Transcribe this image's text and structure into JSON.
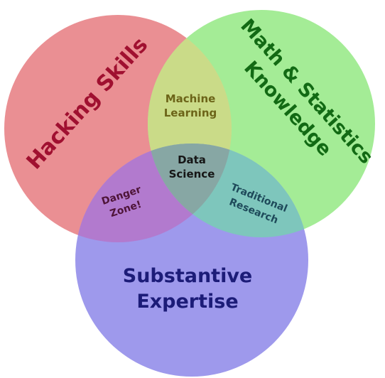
{
  "sets": {
    "hacking": {
      "label": "Hacking Skills",
      "fill": "#ea8f93",
      "text_color": "#a01030"
    },
    "math": {
      "label_line1": "Math & Statistics",
      "label_line2": "Knowledge",
      "fill": "#a4ec96",
      "text_color": "#126a14"
    },
    "substantive": {
      "label_line1": "Substantive",
      "label_line2": "Expertise",
      "fill": "#9e99ec",
      "text_color": "#1c1c78"
    }
  },
  "intersections": {
    "machine_learning": {
      "line1": "Machine",
      "line2": "Learning",
      "text_color": "#6c6418"
    },
    "danger_zone": {
      "line1": "Danger",
      "line2": "Zone!",
      "text_color": "#4e1438"
    },
    "traditional_research": {
      "line1": "Traditional",
      "line2": "Research",
      "text_color": "#1e4a5a"
    },
    "data_science": {
      "line1": "Data",
      "line2": "Science",
      "text_color": "#161616"
    }
  }
}
